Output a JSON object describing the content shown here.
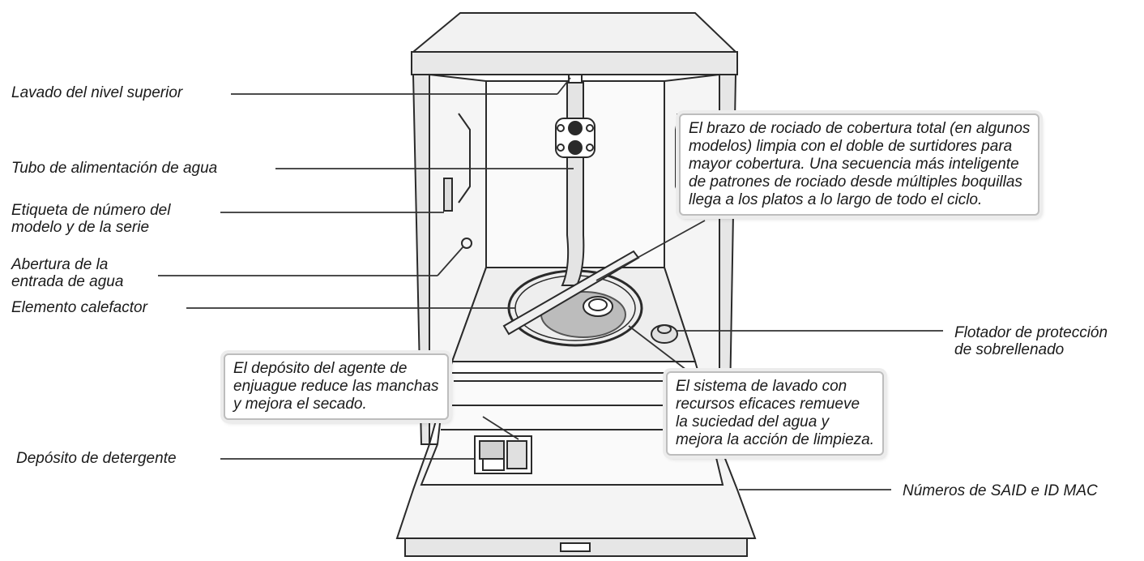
{
  "labels": {
    "upper_wash": "Lavado del nivel superior",
    "water_tube": "Tubo de alimentación de agua",
    "model_label_1": "Etiqueta de número del",
    "model_label_2": "modelo y de la serie",
    "water_inlet_1": "Abertura de la",
    "water_inlet_2": "entrada de agua",
    "heating_element": "Elemento calefactor",
    "detergent": "Depósito de detergente",
    "float_1": "Flotador de protección",
    "float_2": "de sobrellenado",
    "said_mac": "Números de SAID e ID MAC"
  },
  "callouts": {
    "spray_arm": [
      "El brazo de rociado de cobertura total (en algunos",
      "modelos) limpia con el doble de surtidores para",
      "mayor cobertura. Una secuencia más inteligente",
      "de patrones de rociado desde múltiples boquillas",
      "llega a los platos a lo largo de todo el ciclo."
    ],
    "rinse_aid": [
      "El depósito del agente de",
      "enjuague reduce las manchas",
      "y mejora el secado."
    ],
    "wash_system": [
      "El sistema de lavado con",
      "recursos eficaces remueve",
      "la suciedad del agua y",
      "mejora la acción de limpieza."
    ]
  },
  "colors": {
    "line": "#333333",
    "outline": "#2a2a2a",
    "wall": "#f4f4f4",
    "metal": "#d8d8d8"
  }
}
